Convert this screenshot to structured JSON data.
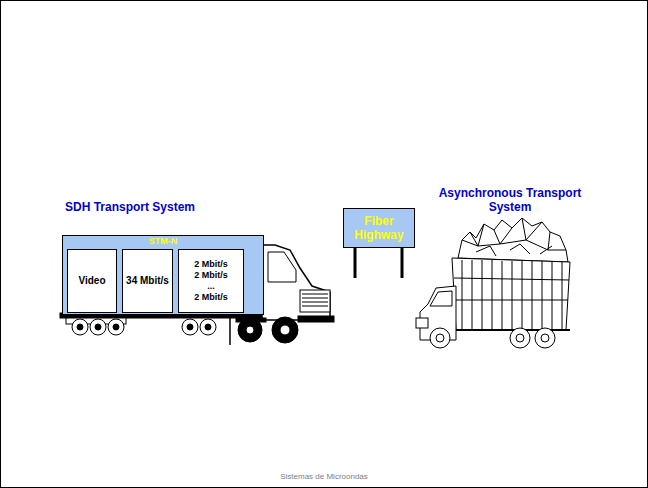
{
  "diagram": {
    "nodes": [
      {
        "text": [
          "STM-N"
        ]
      },
      {
        "text": [
          "Video"
        ],
        "in": 0
      },
      {
        "text": [
          "34 Mbit/s"
        ],
        "in": 0
      },
      {
        "text": [
          "2 Mbit/s",
          "2 Mbit/s",
          "...",
          "2 Mbit/s"
        ],
        "in": 0
      },
      {
        "text": [
          "Fiber Highway"
        ]
      }
    ],
    "edges": [],
    "labels": [
      "SDH Transport System",
      "Asynchronous Transport System",
      "Sistemas de Microondas"
    ]
  }
}
